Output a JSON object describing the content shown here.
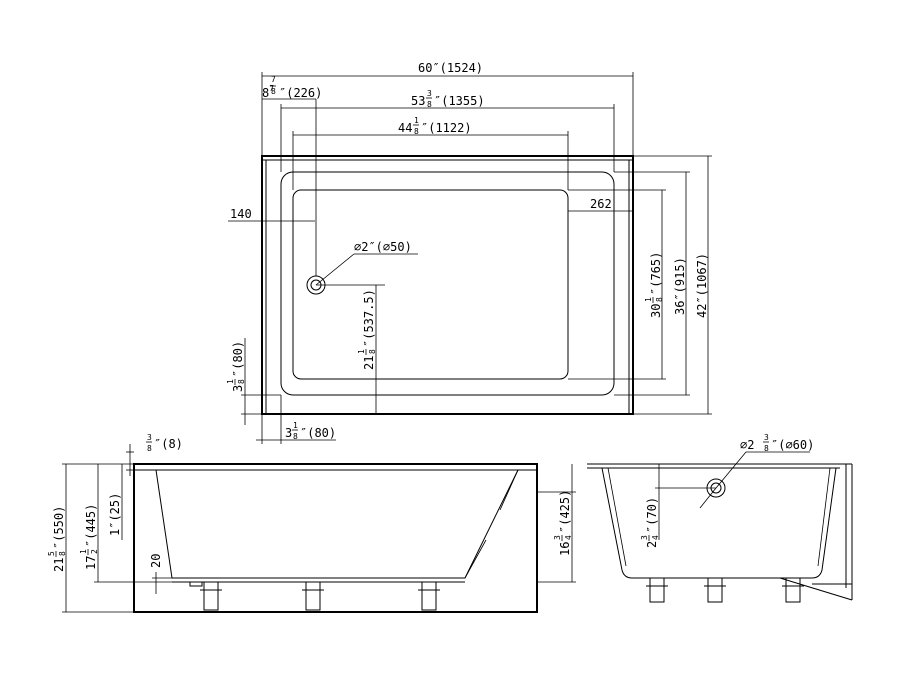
{
  "top_view": {
    "width_label": "60″(1524)",
    "drain_offset_whole": "8",
    "drain_offset_num": "7",
    "drain_offset_den": "8",
    "drain_offset_rest": "″(226)",
    "inner_width_whole": "53",
    "inner_width_num": "3",
    "inner_width_den": "8",
    "inner_width_rest": "″(1355)",
    "floor_width_whole": "44",
    "floor_width_num": "1",
    "floor_width_den": "8",
    "floor_width_rest": "″(1122)",
    "left_gap": "140",
    "right_gap": "262",
    "drain_dia": "⌀2″(⌀50)",
    "drain_center_whole": "21",
    "drain_center_num": "1",
    "drain_center_den": "8",
    "drain_center_rest": "″(537.5)",
    "floor_depth_whole": "30",
    "floor_depth_num": "1",
    "floor_depth_den": "8",
    "floor_depth_rest": "″(765)",
    "inner_depth": "36″(915)",
    "overall_depth": "42″(1067)",
    "rim_left_whole": "3",
    "rim_left_num": "1",
    "rim_left_den": "8",
    "rim_left_rest": "″(80)",
    "rim_bottom_whole": "3",
    "rim_bottom_num": "1",
    "rim_bottom_den": "8",
    "rim_bottom_rest": "″(80)"
  },
  "front_view": {
    "rim_thick_num": "3",
    "rim_thick_den": "8",
    "rim_thick_rest": "″(8)",
    "height_whole": "21",
    "height_num": "5",
    "height_den": "8",
    "height_rest": "″(550)",
    "inner_height_whole": "17",
    "inner_height_num": "1",
    "inner_height_den": "2",
    "inner_height_rest": "″(445)",
    "lip_label": "1″(25)",
    "foot_label": "20",
    "apron_whole": "16",
    "apron_num": "3",
    "apron_den": "4",
    "apron_rest": "″(425)"
  },
  "side_view": {
    "overflow_dia_pre": "⌀2",
    "overflow_dia_num": "3",
    "overflow_dia_den": "8",
    "overflow_dia_rest": "″(⌀60)",
    "overflow_height_whole": "2",
    "overflow_height_num": "3",
    "overflow_height_den": "4",
    "overflow_height_rest": "″(70)"
  }
}
